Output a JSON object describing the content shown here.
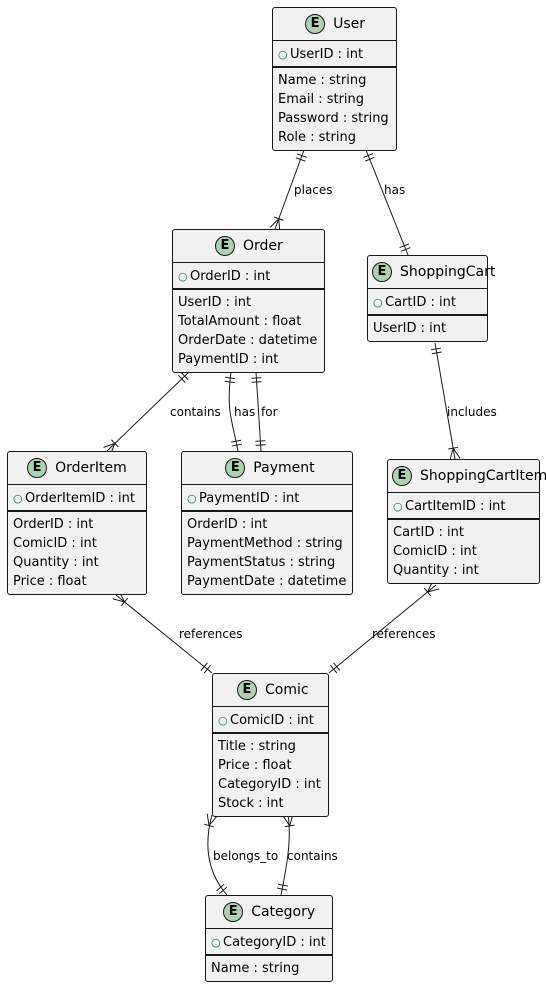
{
  "diagram": {
    "entities": [
      {
        "id": "User",
        "name": "User",
        "keys": [
          "UserID : int"
        ],
        "attributes": [
          "Name : string",
          "Email : string",
          "Password : string",
          "Role : string"
        ]
      },
      {
        "id": "Order",
        "name": "Order",
        "keys": [
          "OrderID : int"
        ],
        "attributes": [
          "UserID : int",
          "TotalAmount : float",
          "OrderDate : datetime",
          "PaymentID : int"
        ]
      },
      {
        "id": "ShoppingCart",
        "name": "ShoppingCart",
        "keys": [
          "CartID : int"
        ],
        "attributes": [
          "UserID : int"
        ]
      },
      {
        "id": "OrderItem",
        "name": "OrderItem",
        "keys": [
          "OrderItemID : int"
        ],
        "attributes": [
          "OrderID : int",
          "ComicID : int",
          "Quantity : int",
          "Price : float"
        ]
      },
      {
        "id": "Payment",
        "name": "Payment",
        "keys": [
          "PaymentID : int"
        ],
        "attributes": [
          "OrderID : int",
          "PaymentMethod : string",
          "PaymentStatus : string",
          "PaymentDate : datetime"
        ]
      },
      {
        "id": "ShoppingCartItem",
        "name": "ShoppingCartItem",
        "keys": [
          "CartItemID : int"
        ],
        "attributes": [
          "CartID : int",
          "ComicID : int",
          "Quantity : int"
        ]
      },
      {
        "id": "Comic",
        "name": "Comic",
        "keys": [
          "ComicID : int"
        ],
        "attributes": [
          "Title : string",
          "Price : float",
          "CategoryID : int",
          "Stock : int"
        ]
      },
      {
        "id": "Category",
        "name": "Category",
        "keys": [
          "CategoryID : int"
        ],
        "attributes": [
          "Name : string"
        ]
      }
    ],
    "relationships": [
      {
        "from": "User",
        "to": "Order",
        "label": "places"
      },
      {
        "from": "User",
        "to": "ShoppingCart",
        "label": "has"
      },
      {
        "from": "Order",
        "to": "OrderItem",
        "label": "contains"
      },
      {
        "from": "Order",
        "to": "Payment",
        "label": "has"
      },
      {
        "from": "Order",
        "to": "Payment",
        "label": "for"
      },
      {
        "from": "ShoppingCart",
        "to": "ShoppingCartItem",
        "label": "includes"
      },
      {
        "from": "OrderItem",
        "to": "Comic",
        "label": "references"
      },
      {
        "from": "ShoppingCartItem",
        "to": "Comic",
        "label": "references"
      },
      {
        "from": "Comic",
        "to": "Category",
        "label": "belongs_to"
      },
      {
        "from": "Comic",
        "to": "Category",
        "label": "contains"
      }
    ],
    "entity_badge": "E",
    "key_marker": "○"
  }
}
